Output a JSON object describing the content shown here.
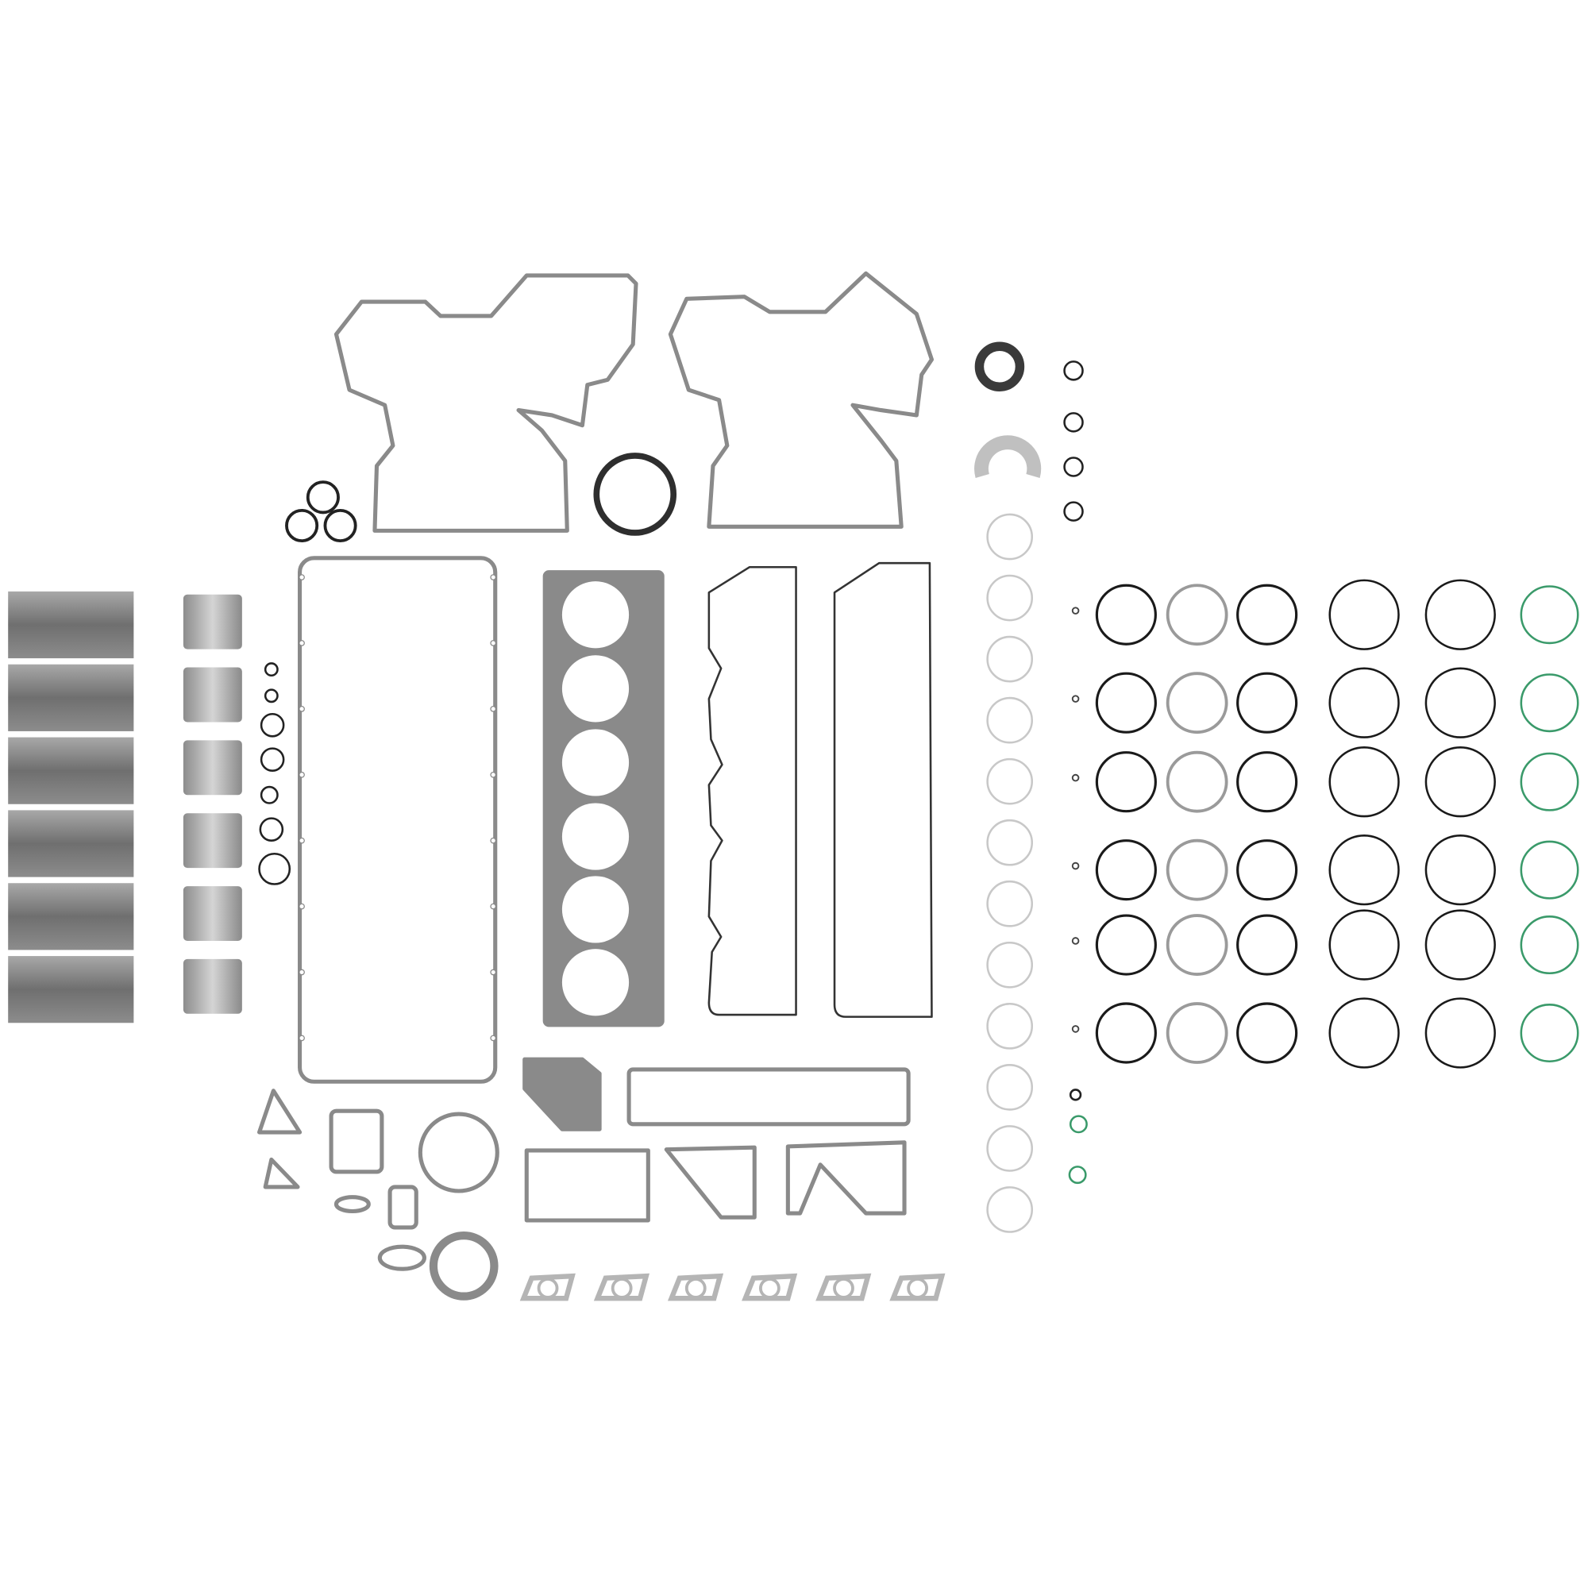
{
  "colors": {
    "background": "#ffffff",
    "gasket": "#8a8a8a",
    "gasket_dark": "#6e6e6e",
    "seal_dark": "#2e2e2e",
    "ring_black": "#1a1a1a",
    "ring_gray": "#9a9a9a",
    "ring_light": "#c8c8c8",
    "ring_green": "#3a9a6a",
    "liner": "#7d7d7d"
  },
  "icons": [
    "cylinder-liner",
    "piston-sleeve",
    "o-ring",
    "gasket",
    "seal"
  ]
}
